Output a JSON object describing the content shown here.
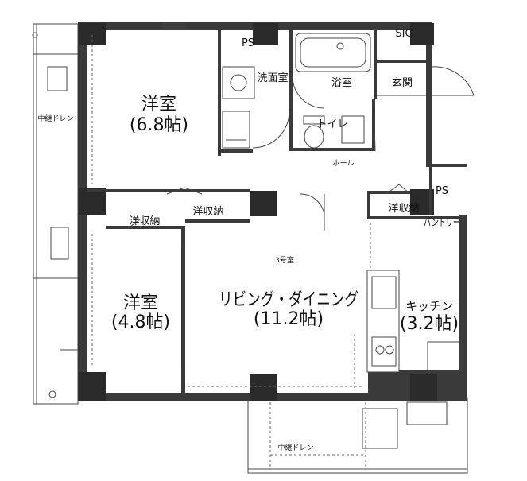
{
  "rooms": {
    "western1_name": "洋室",
    "western1_size": "(6.8帖)",
    "western2_name": "洋室",
    "western2_size": "(4.8帖)",
    "living_name": "リビング・ダイニング",
    "living_size": "(11.2帖)",
    "kitchen_name": "キッチン",
    "kitchen_size": "(3.2帖)",
    "washroom": "洗面室",
    "bathroom": "浴室",
    "entrance": "玄関",
    "toilet": "トイレ",
    "hall": "ホール",
    "ps_top": "PS",
    "ps_right": "PS",
    "sic": "SIC",
    "closet1": "洋収納",
    "closet2": "洋収納",
    "closet3": "洋収納",
    "pantry": "パントリー",
    "unit": "3号室"
  },
  "balcony": {
    "drain_left": "中継ドレン",
    "drain_bottom": "中継ドレン"
  }
}
